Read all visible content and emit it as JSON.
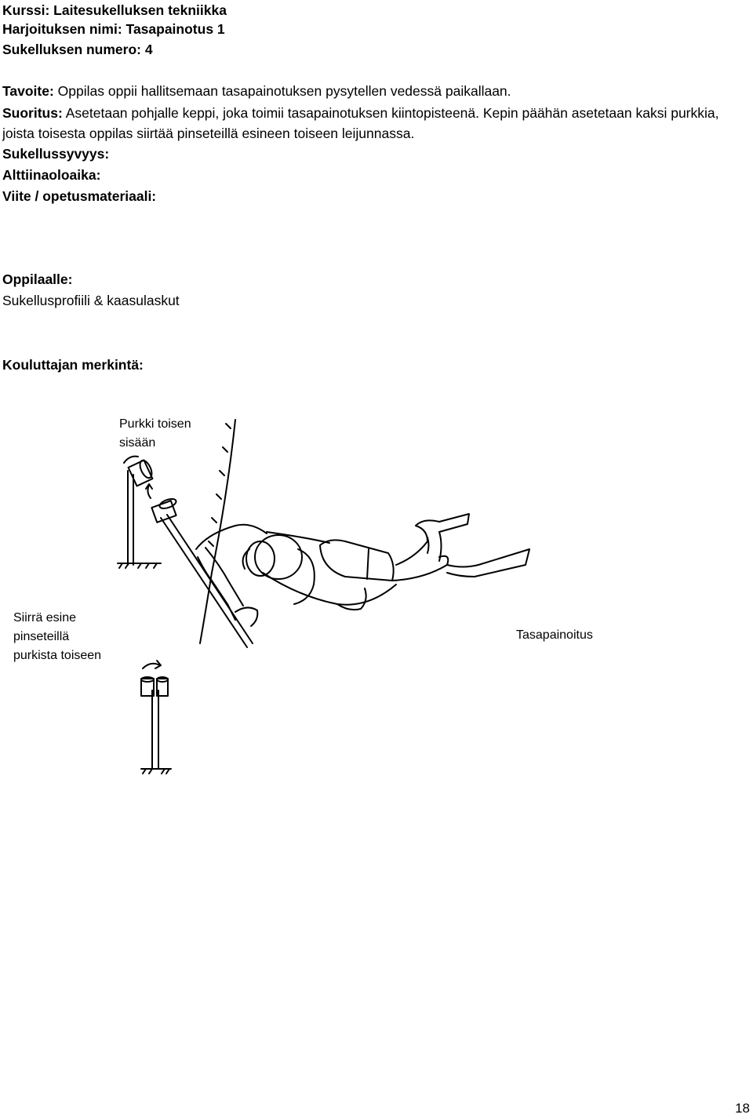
{
  "header": {
    "course_label": "Kurssi:",
    "course_value": "Laitesukelluksen tekniikka",
    "exercise_label": "Harjoituksen nimi:",
    "exercise_value": "Tasapainotus 1",
    "dive_label": "Sukelluksen numero:",
    "dive_value": "4"
  },
  "goal": {
    "label": "Tavoite:",
    "text": "Oppilas oppii hallitsemaan tasapainotuksen pysytellen vedessä paikallaan."
  },
  "execution": {
    "label": "Suoritus:",
    "text": "Asetetaan pohjalle keppi, joka toimii tasapainotuksen kiintopisteenä. Kepin päähän asetetaan kaksi purkkia, joista toisesta oppilas siirtää pinseteillä esineen toiseen leijunnassa."
  },
  "fields": {
    "depth_label": "Sukellussyvyys:",
    "subpressure_label": "Alttiinaoloaika:",
    "reference_label": "Viite / opetusmateriaali:"
  },
  "student": {
    "label": "Oppilaalle:",
    "text": "Sukellusprofiili & kaasulaskut"
  },
  "instructor": {
    "label": "Kouluttajan merkintä:"
  },
  "illustration": {
    "label_jar": "Purkki toisen sisään",
    "label_jar_line1": "Purkki toisen",
    "label_jar_line2": "sisään",
    "label_move_line1": "Siirrä esine",
    "label_move_line2": "pinseteillä",
    "label_move_line3": "purkista toiseen",
    "label_balance": "Tasapainoitus"
  },
  "footer": {
    "page_number": "18"
  }
}
